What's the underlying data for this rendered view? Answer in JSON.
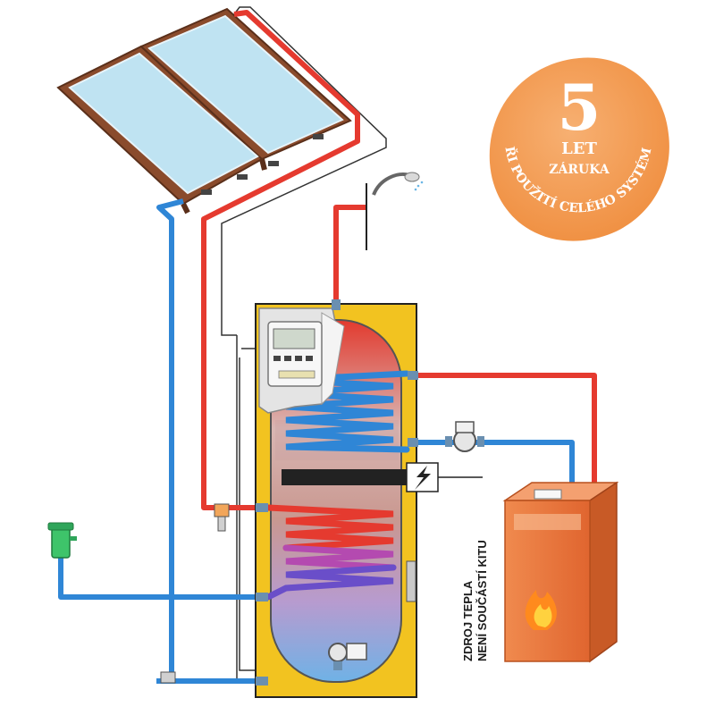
{
  "badge": {
    "number": "5",
    "let": "LET",
    "zaruka": "ZÁRUKA",
    "arc_text": "PŘI POUŽITÍ CELÉHO SYSTÉMU",
    "color": "#f39a4e"
  },
  "note": {
    "line1": "ZDROJ TEPLA",
    "line2": "NENÍ SOUČÁSTÍ KITU"
  },
  "colors": {
    "hot_pipe": "#e53a2f",
    "cold_pipe": "#2f86d6",
    "tank_casing": "#f2c320",
    "boiler": "#e8733b",
    "collector_frame": "#8a4b2c",
    "collector_glass": "#bfe3f2"
  },
  "icons": [
    "solar-collector-icon",
    "shower-icon",
    "controller-icon",
    "pump-icon",
    "electric-heater-icon",
    "flame-icon",
    "water-inlet-icon"
  ]
}
